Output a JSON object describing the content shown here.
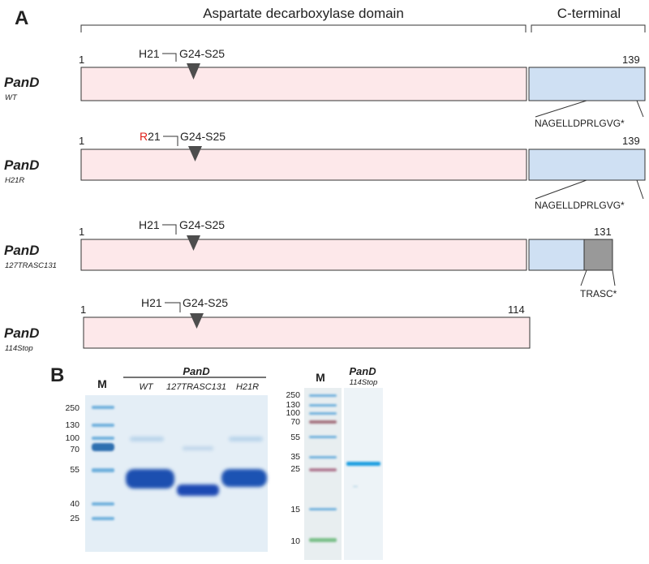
{
  "panel_a": {
    "letter": "A",
    "domain_labels": {
      "aspartate": "Aspartate decarboxylase domain",
      "cterminal": "C-terminal"
    },
    "constructs": [
      {
        "name": "PanD",
        "variant": "WT",
        "start": "1",
        "end": "139",
        "site_residue_prefix": "",
        "site_residue_prefix_color": "#222222",
        "site_residue": "H21",
        "cleavage": "G24-S25",
        "tail": "NAGELLDPRLGVG*",
        "tail_color": "#222222"
      },
      {
        "name": "PanD",
        "variant": "H21R",
        "start": "1",
        "end": "139",
        "site_residue_prefix": "R",
        "site_residue_prefix_color": "#e0201a",
        "site_residue": "21",
        "cleavage": "G24-S25",
        "tail": "NAGELLDPRLGVG*",
        "tail_color": "#222222"
      },
      {
        "name": "PanD",
        "variant": "127TRASC131",
        "start": "1",
        "end": "131",
        "site_residue_prefix": "",
        "site_residue_prefix_color": "#222222",
        "site_residue": "H21",
        "cleavage": "G24-S25",
        "tail": "TRASC*",
        "tail_color": "#e0201a"
      },
      {
        "name": "PanD",
        "variant": "114Stop",
        "start": "1",
        "end": "114",
        "site_residue_prefix": "",
        "site_residue_prefix_color": "#222222",
        "site_residue": "H21",
        "cleavage": "G24-S25",
        "tail": "",
        "tail_color": "#222222"
      }
    ],
    "colors": {
      "aspartate_box": "#fde8ea",
      "cterm_box": "#cfe0f3",
      "trasc_box": "#999999",
      "marker": "#4d4d4d"
    }
  },
  "panel_b": {
    "letter": "B",
    "gel1": {
      "marker_label": "M",
      "group_label": "PanD",
      "lanes": [
        "WT",
        "127TRASC131",
        "H21R"
      ],
      "mw_ladder": [
        "250",
        "130",
        "100",
        "70",
        "55",
        "40",
        "25"
      ]
    },
    "gel2": {
      "marker_label": "M",
      "group_label": "PanD",
      "lane": "114Stop",
      "mw_ladder": [
        "250",
        "130",
        "100",
        "70",
        "55",
        "35",
        "25",
        "15",
        "10"
      ]
    }
  }
}
